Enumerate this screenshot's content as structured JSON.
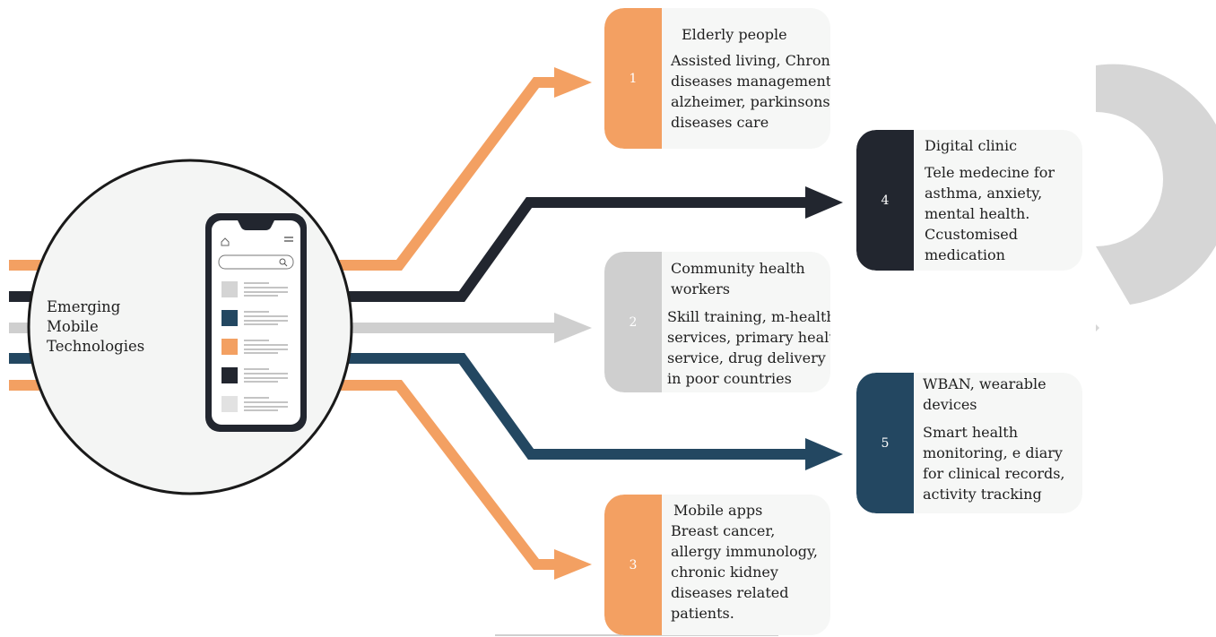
{
  "hub": {
    "label_lines": [
      "Emerging",
      "Mobile",
      "Technologies"
    ]
  },
  "colors": {
    "orange": "#f3a062",
    "navy": "#22262f",
    "gray": "#cfcfcf",
    "blue": "#234761"
  },
  "cards": [
    {
      "number": "1",
      "title_lines": [
        "Elderly people"
      ],
      "desc_lines": [
        "Assisted living, Chronic",
        "diseases management,",
        "alzheimer, parkinsons",
        "diseases care"
      ],
      "color": "#f3a062"
    },
    {
      "number": "2",
      "title_lines": [
        "Community health",
        "workers"
      ],
      "desc_lines": [
        "Skill training, m-health",
        "services, primary health",
        "service, drug delivery",
        "in poor countries"
      ],
      "color": "#cfcfcf"
    },
    {
      "number": "3",
      "title_lines": [
        "Mobile apps"
      ],
      "desc_lines": [
        "Breast cancer,",
        "allergy immunology,",
        "chronic kidney",
        "diseases related",
        "patients."
      ],
      "color": "#f3a062"
    },
    {
      "number": "4",
      "title_lines": [
        "Digital clinic"
      ],
      "desc_lines": [
        "Tele medecine for",
        "asthma, anxiety,",
        "mental health.",
        "Ccustomised",
        "medication"
      ],
      "color": "#22262f"
    },
    {
      "number": "5",
      "title_lines": [
        "WBAN, wearable",
        "devices"
      ],
      "desc_lines": [
        "Smart health",
        "monitoring, e diary",
        "for clinical records,",
        "activity tracking"
      ],
      "color": "#234761"
    }
  ]
}
